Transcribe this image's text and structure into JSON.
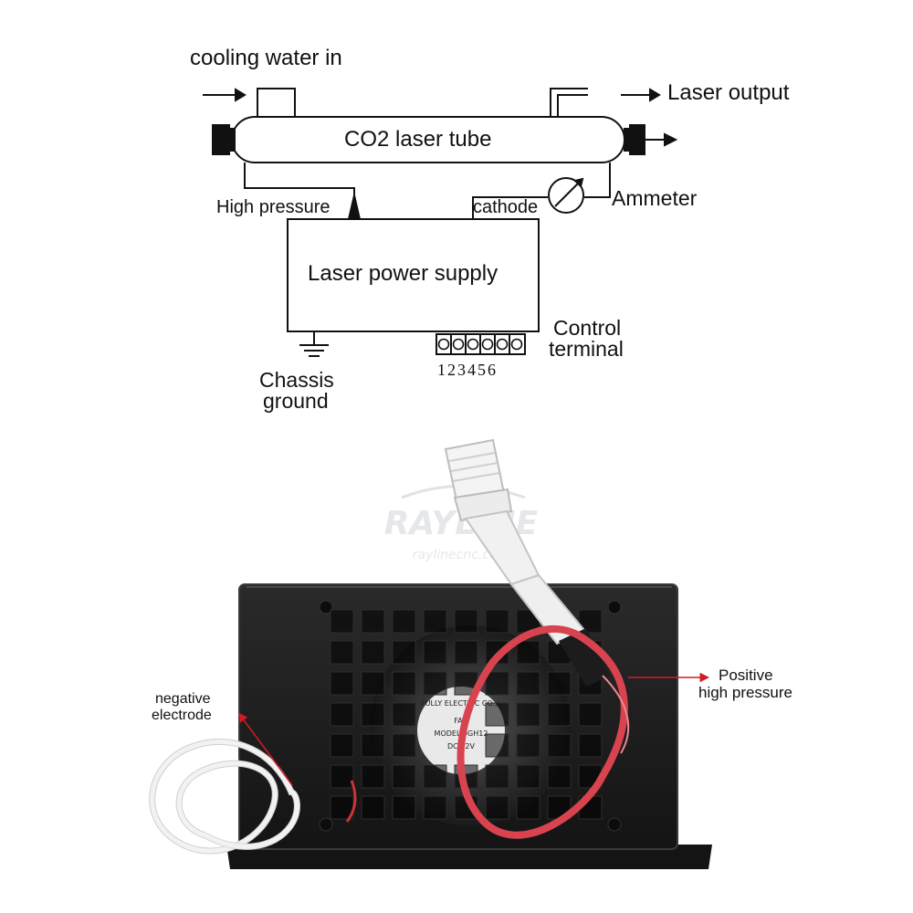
{
  "diagram": {
    "cooling_water_in": "cooling water in",
    "laser_output": "Laser output",
    "co2_laser_tube": "CO2 laser tube",
    "high_pressure": "High pressure",
    "cathode": "cathode",
    "ammeter": "Ammeter",
    "laser_power_supply": "Laser power supply",
    "control_terminal_line1": "Control",
    "control_terminal_line2": "terminal",
    "chassis_ground_line1": "Chassis",
    "chassis_ground_line2": "ground",
    "terminal_numbers": "123456"
  },
  "photo": {
    "negative_electrode_line1": "negative",
    "negative_electrode_line2": "electrode",
    "positive_high_pressure_line1": "Positive",
    "positive_high_pressure_line2": "high pressure",
    "watermark_brand": "RAYLINE",
    "watermark_site": "raylinecnc.com",
    "fan_label_lines": [
      "FULLY ELECTRIC CO.,L",
      "FAN",
      "MODEL 9GH12",
      "DC 12V"
    ]
  },
  "colors": {
    "line": "#111111",
    "chassis": "#1b1b1b",
    "chassis_edge": "#3a3a3a",
    "red_wire": "#d9434f",
    "white_wire": "#f2f2f2",
    "annotation_arrow": "#d11a24"
  }
}
